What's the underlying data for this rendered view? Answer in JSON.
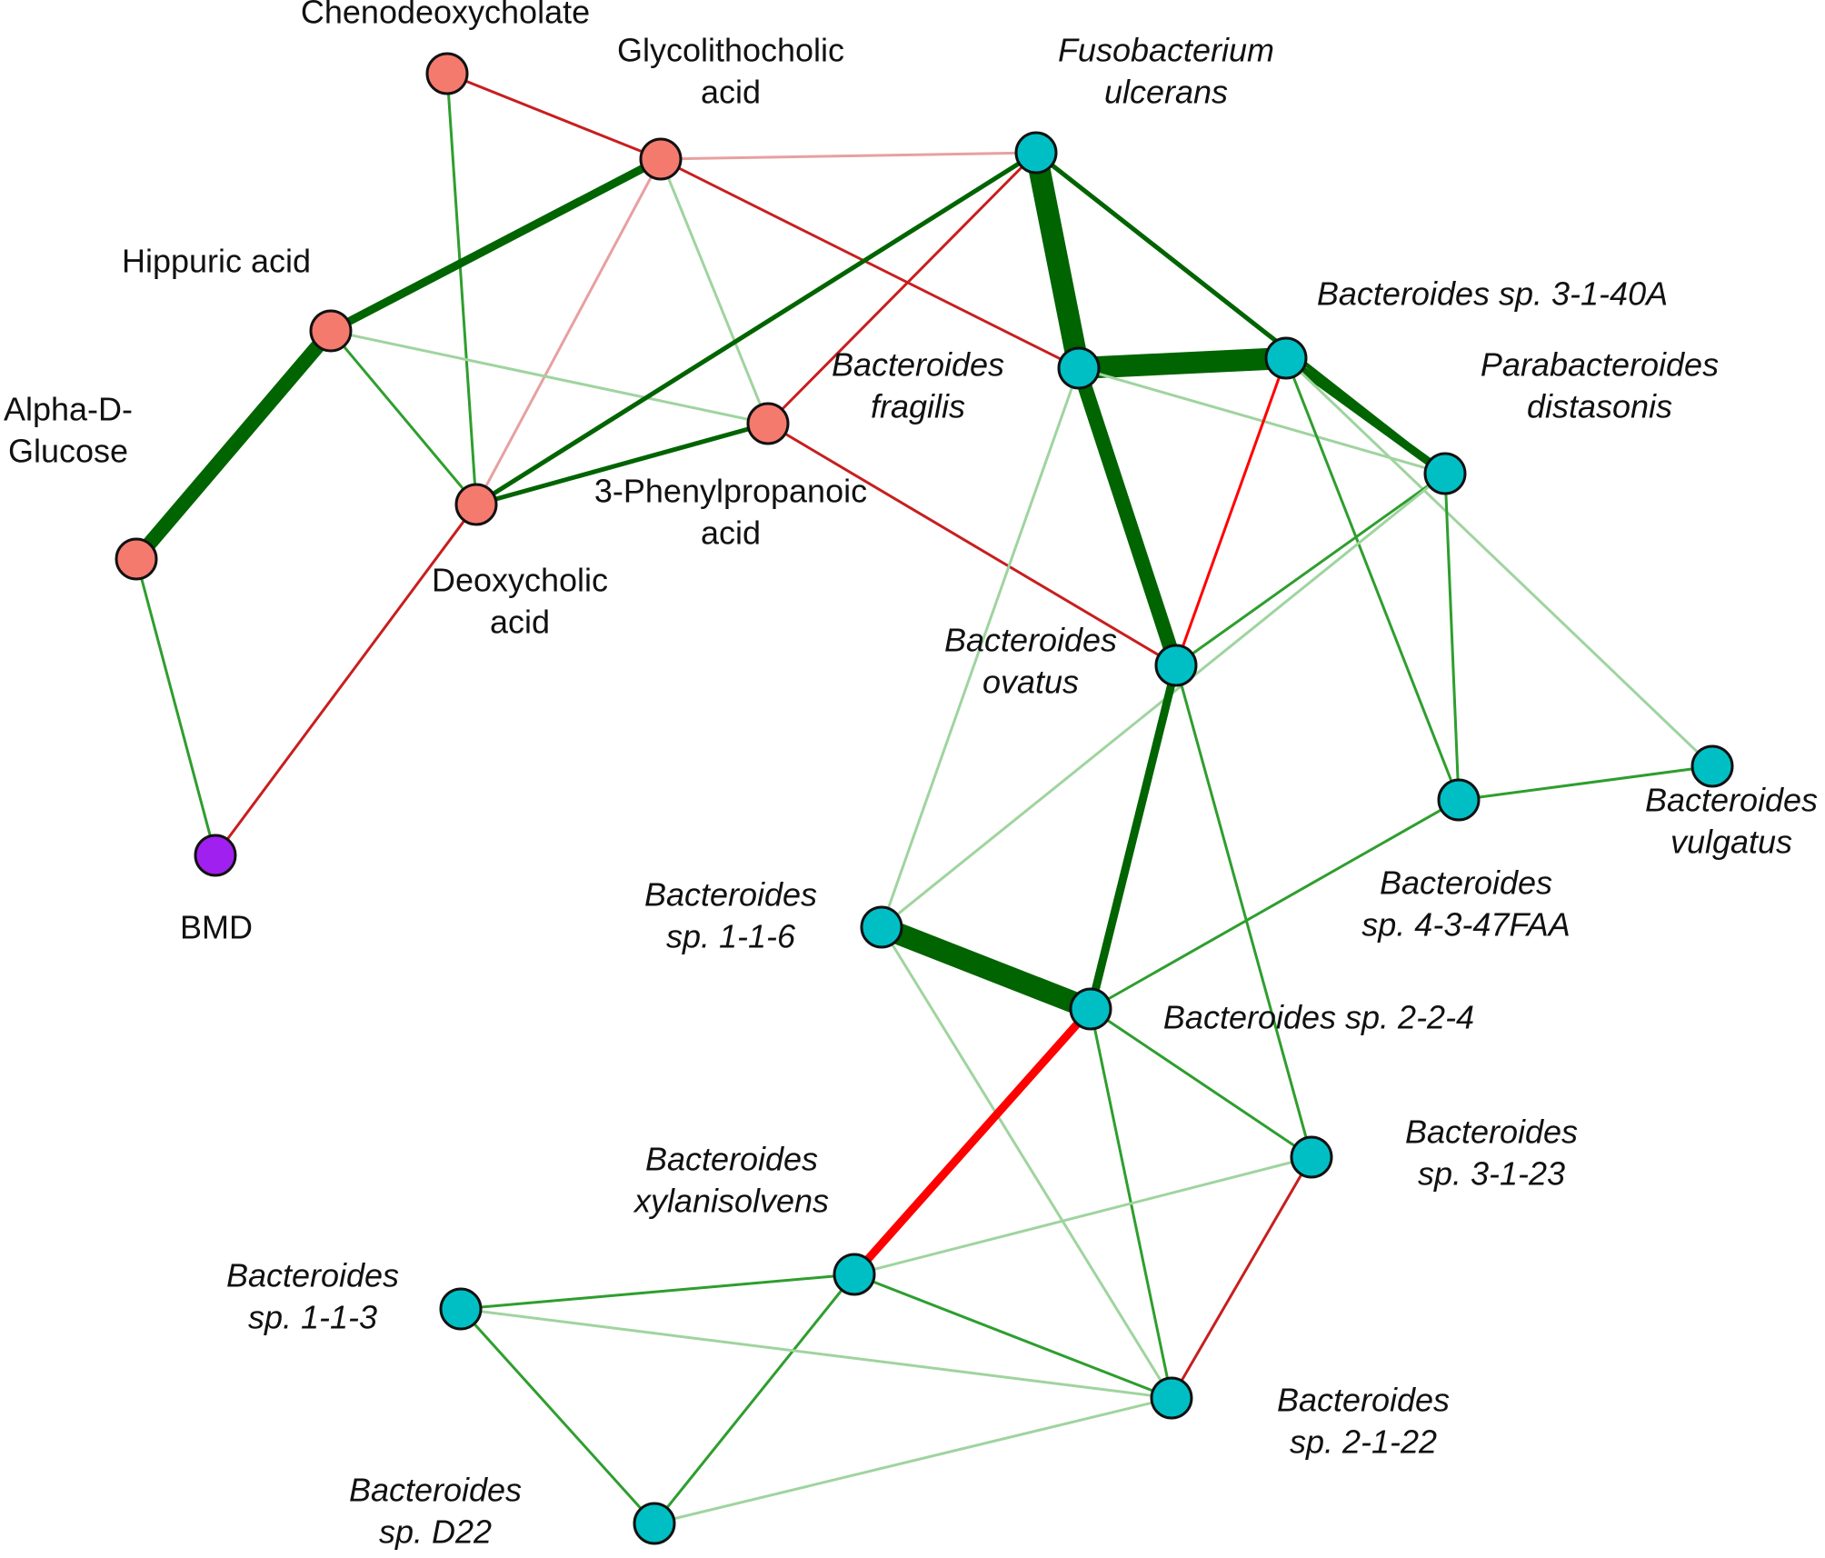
{
  "colors": {
    "metabolite": "#F47A6E",
    "bacteria": "#00BFC4",
    "phenotype": "#A020F0",
    "edge_dark_green": "#006400",
    "edge_green": "#2E9E2E",
    "edge_light_green": "#9FD49F",
    "edge_red": "#FF0000",
    "edge_dark_red": "#C81E1E",
    "edge_light_red": "#E8A0A0"
  },
  "nodes": [
    {
      "id": "chenodeoxycholate",
      "type": "metabolite",
      "label": [
        "Chenodeoxycholate"
      ]
    },
    {
      "id": "glycolithocholic-acid",
      "type": "metabolite",
      "label": [
        "Glycolithocholic",
        "acid"
      ]
    },
    {
      "id": "hippuric-acid",
      "type": "metabolite",
      "label": [
        "Hippuric acid"
      ]
    },
    {
      "id": "alpha-d-glucose",
      "type": "metabolite",
      "label": [
        "Alpha-D-",
        "Glucose"
      ]
    },
    {
      "id": "deoxycholic-acid",
      "type": "metabolite",
      "label": [
        "Deoxycholic",
        "acid"
      ]
    },
    {
      "id": "3-phenylpropanoic-acid",
      "type": "metabolite",
      "label": [
        "3-Phenylpropanoic",
        "acid"
      ]
    },
    {
      "id": "bmd",
      "type": "phenotype",
      "label": [
        "BMD"
      ]
    },
    {
      "id": "fusobacterium-ulcerans",
      "type": "bacteria",
      "label": [
        "Fusobacterium",
        "ulcerans"
      ]
    },
    {
      "id": "bacteroides-fragilis",
      "type": "bacteria",
      "label": [
        "Bacteroides",
        "fragilis"
      ]
    },
    {
      "id": "bacteroides-sp-3-1-40a",
      "type": "bacteria",
      "label": [
        "Bacteroides sp. 3-1-40A"
      ]
    },
    {
      "id": "parabacteroides-distasonis",
      "type": "bacteria",
      "label": [
        "Parabacteroides",
        "distasonis"
      ]
    },
    {
      "id": "bacteroides-ovatus",
      "type": "bacteria",
      "label": [
        "Bacteroides",
        "ovatus"
      ]
    },
    {
      "id": "bacteroides-vulgatus",
      "type": "bacteria",
      "label": [
        "Bacteroides",
        "vulgatus"
      ]
    },
    {
      "id": "bacteroides-sp-4-3-47faa",
      "type": "bacteria",
      "label": [
        "Bacteroides",
        "sp. 4-3-47FAA"
      ]
    },
    {
      "id": "bacteroides-sp-1-1-6",
      "type": "bacteria",
      "label": [
        "Bacteroides",
        "sp. 1-1-6"
      ]
    },
    {
      "id": "bacteroides-sp-2-2-4",
      "type": "bacteria",
      "label": [
        "Bacteroides sp. 2-2-4"
      ]
    },
    {
      "id": "bacteroides-sp-3-1-23",
      "type": "bacteria",
      "label": [
        "Bacteroides",
        "sp. 3-1-23"
      ]
    },
    {
      "id": "bacteroides-xylanisolvens",
      "type": "bacteria",
      "label": [
        "Bacteroides",
        "xylanisolvens"
      ]
    },
    {
      "id": "bacteroides-sp-1-1-3",
      "type": "bacteria",
      "label": [
        "Bacteroides",
        "sp. 1-1-3"
      ]
    },
    {
      "id": "bacteroides-sp-2-1-22",
      "type": "bacteria",
      "label": [
        "Bacteroides",
        "sp. 2-1-22"
      ]
    },
    {
      "id": "bacteroides-sp-d22",
      "type": "bacteria",
      "label": [
        "Bacteroides",
        "sp. D22"
      ]
    }
  ],
  "edges": [
    {
      "source": "chenodeoxycholate",
      "target": "glycolithocholic-acid",
      "sign": "negative",
      "color": "edge_dark_red",
      "strength": "weak"
    },
    {
      "source": "chenodeoxycholate",
      "target": "deoxycholic-acid",
      "sign": "positive",
      "color": "edge_green",
      "strength": "weak"
    },
    {
      "source": "glycolithocholic-acid",
      "target": "fusobacterium-ulcerans",
      "sign": "negative",
      "color": "edge_light_red",
      "strength": "weak"
    },
    {
      "source": "glycolithocholic-acid",
      "target": "hippuric-acid",
      "sign": "positive",
      "color": "edge_dark_green",
      "strength": "strong"
    },
    {
      "source": "glycolithocholic-acid",
      "target": "bacteroides-fragilis",
      "sign": "negative",
      "color": "edge_dark_red",
      "strength": "weak"
    },
    {
      "source": "glycolithocholic-acid",
      "target": "deoxycholic-acid",
      "sign": "negative",
      "color": "edge_light_red",
      "strength": "weak"
    },
    {
      "source": "glycolithocholic-acid",
      "target": "3-phenylpropanoic-acid",
      "sign": "positive",
      "color": "edge_light_green",
      "strength": "weak"
    },
    {
      "source": "hippuric-acid",
      "target": "alpha-d-glucose",
      "sign": "positive",
      "color": "edge_dark_green",
      "strength": "very strong"
    },
    {
      "source": "hippuric-acid",
      "target": "deoxycholic-acid",
      "sign": "positive",
      "color": "edge_green",
      "strength": "weak"
    },
    {
      "source": "hippuric-acid",
      "target": "3-phenylpropanoic-acid",
      "sign": "positive",
      "color": "edge_light_green",
      "strength": "weak"
    },
    {
      "source": "alpha-d-glucose",
      "target": "bmd",
      "sign": "positive",
      "color": "edge_green",
      "strength": "weak"
    },
    {
      "source": "deoxycholic-acid",
      "target": "bmd",
      "sign": "negative",
      "color": "edge_dark_red",
      "strength": "weak"
    },
    {
      "source": "deoxycholic-acid",
      "target": "fusobacterium-ulcerans",
      "sign": "positive",
      "color": "edge_dark_green",
      "strength": "moderate"
    },
    {
      "source": "deoxycholic-acid",
      "target": "3-phenylpropanoic-acid",
      "sign": "positive",
      "color": "edge_dark_green",
      "strength": "moderate"
    },
    {
      "source": "3-phenylpropanoic-acid",
      "target": "fusobacterium-ulcerans",
      "sign": "negative",
      "color": "edge_dark_red",
      "strength": "weak"
    },
    {
      "source": "3-phenylpropanoic-acid",
      "target": "bacteroides-ovatus",
      "sign": "negative",
      "color": "edge_dark_red",
      "strength": "weak"
    },
    {
      "source": "fusobacterium-ulcerans",
      "target": "bacteroides-fragilis",
      "sign": "positive",
      "color": "edge_dark_green",
      "strength": "maximal"
    },
    {
      "source": "fusobacterium-ulcerans",
      "target": "parabacteroides-distasonis",
      "sign": "positive",
      "color": "edge_dark_green",
      "strength": "moderate"
    },
    {
      "source": "bacteroides-fragilis",
      "target": "bacteroides-sp-3-1-40a",
      "sign": "positive",
      "color": "edge_dark_green",
      "strength": "maximal"
    },
    {
      "source": "bacteroides-fragilis",
      "target": "bacteroides-ovatus",
      "sign": "positive",
      "color": "edge_dark_green",
      "strength": "very strong"
    },
    {
      "source": "bacteroides-fragilis",
      "target": "parabacteroides-distasonis",
      "sign": "positive",
      "color": "edge_light_green",
      "strength": "weak"
    },
    {
      "source": "bacteroides-fragilis",
      "target": "bacteroides-sp-1-1-6",
      "sign": "positive",
      "color": "edge_light_green",
      "strength": "weak"
    },
    {
      "source": "bacteroides-sp-3-1-40a",
      "target": "parabacteroides-distasonis",
      "sign": "positive",
      "color": "edge_dark_green",
      "strength": "strong"
    },
    {
      "source": "bacteroides-sp-3-1-40a",
      "target": "bacteroides-ovatus",
      "sign": "negative",
      "color": "edge_red",
      "strength": "weak"
    },
    {
      "source": "bacteroides-sp-3-1-40a",
      "target": "bacteroides-sp-4-3-47faa",
      "sign": "positive",
      "color": "edge_green",
      "strength": "weak"
    },
    {
      "source": "bacteroides-sp-3-1-40a",
      "target": "bacteroides-vulgatus",
      "sign": "positive",
      "color": "edge_light_green",
      "strength": "weak"
    },
    {
      "source": "parabacteroides-distasonis",
      "target": "bacteroides-ovatus",
      "sign": "positive",
      "color": "edge_green",
      "strength": "weak"
    },
    {
      "source": "parabacteroides-distasonis",
      "target": "bacteroides-sp-4-3-47faa",
      "sign": "positive",
      "color": "edge_green",
      "strength": "weak"
    },
    {
      "source": "parabacteroides-distasonis",
      "target": "bacteroides-sp-1-1-6",
      "sign": "positive",
      "color": "edge_light_green",
      "strength": "weak"
    },
    {
      "source": "bacteroides-ovatus",
      "target": "bacteroides-sp-2-2-4",
      "sign": "positive",
      "color": "edge_dark_green",
      "strength": "strong"
    },
    {
      "source": "bacteroides-ovatus",
      "target": "bacteroides-sp-3-1-23",
      "sign": "positive",
      "color": "edge_green",
      "strength": "weak"
    },
    {
      "source": "bacteroides-sp-4-3-47faa",
      "target": "bacteroides-vulgatus",
      "sign": "positive",
      "color": "edge_green",
      "strength": "weak"
    },
    {
      "source": "bacteroides-sp-4-3-47faa",
      "target": "bacteroides-sp-2-2-4",
      "sign": "positive",
      "color": "edge_green",
      "strength": "weak"
    },
    {
      "source": "bacteroides-sp-1-1-6",
      "target": "bacteroides-sp-2-2-4",
      "sign": "positive",
      "color": "edge_dark_green",
      "strength": "maximal"
    },
    {
      "source": "bacteroides-sp-1-1-6",
      "target": "bacteroides-sp-2-1-22",
      "sign": "positive",
      "color": "edge_light_green",
      "strength": "weak"
    },
    {
      "source": "bacteroides-sp-2-2-4",
      "target": "bacteroides-xylanisolvens",
      "sign": "negative",
      "color": "edge_red",
      "strength": "strong"
    },
    {
      "source": "bacteroides-sp-2-2-4",
      "target": "bacteroides-sp-3-1-23",
      "sign": "positive",
      "color": "edge_green",
      "strength": "weak"
    },
    {
      "source": "bacteroides-sp-2-2-4",
      "target": "bacteroides-sp-2-1-22",
      "sign": "positive",
      "color": "edge_green",
      "strength": "weak"
    },
    {
      "source": "bacteroides-sp-3-1-23",
      "target": "bacteroides-xylanisolvens",
      "sign": "positive",
      "color": "edge_light_green",
      "strength": "weak"
    },
    {
      "source": "bacteroides-sp-3-1-23",
      "target": "bacteroides-sp-2-1-22",
      "sign": "negative",
      "color": "edge_dark_red",
      "strength": "weak"
    },
    {
      "source": "bacteroides-xylanisolvens",
      "target": "bacteroides-sp-1-1-3",
      "sign": "positive",
      "color": "edge_green",
      "strength": "weak"
    },
    {
      "source": "bacteroides-xylanisolvens",
      "target": "bacteroides-sp-2-1-22",
      "sign": "positive",
      "color": "edge_green",
      "strength": "weak"
    },
    {
      "source": "bacteroides-xylanisolvens",
      "target": "bacteroides-sp-d22",
      "sign": "positive",
      "color": "edge_green",
      "strength": "weak"
    },
    {
      "source": "bacteroides-sp-1-1-3",
      "target": "bacteroides-sp-2-1-22",
      "sign": "positive",
      "color": "edge_light_green",
      "strength": "weak"
    },
    {
      "source": "bacteroides-sp-1-1-3",
      "target": "bacteroides-sp-d22",
      "sign": "positive",
      "color": "edge_green",
      "strength": "weak"
    },
    {
      "source": "bacteroides-sp-d22",
      "target": "bacteroides-sp-2-1-22",
      "sign": "positive",
      "color": "edge_light_green",
      "strength": "weak"
    }
  ]
}
